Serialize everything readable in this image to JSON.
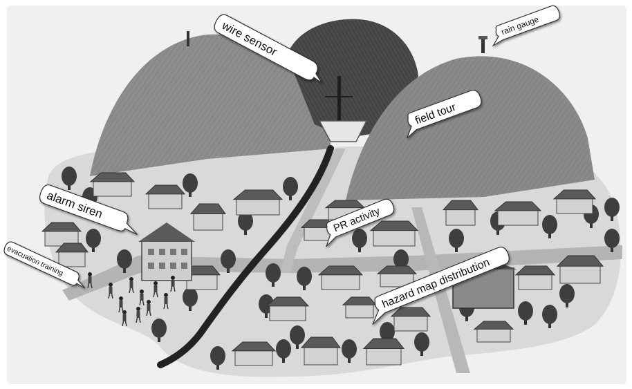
{
  "labels": {
    "wire_sensor": "wire sensor",
    "rain_gauge": "rain gauge",
    "field_tour": "field tour",
    "alarm_siren": "alarm siren",
    "pr_activity": "PR activity",
    "evacuation_training": "evacuation training",
    "hazard_map_distribution": "hazard map distribution"
  },
  "colors": {
    "background": "#f2f2f2",
    "hill_left": "#8d8d8d",
    "hill_center": "#4a4a4a",
    "hill_right": "#8a8a8a",
    "river": "#222222",
    "road": "#b4b4b4",
    "tree": "#3e3e3e",
    "house_roof": "#5a5a5a",
    "house_wall": "#d2d2d2",
    "callout_fill": "#ffffff"
  }
}
